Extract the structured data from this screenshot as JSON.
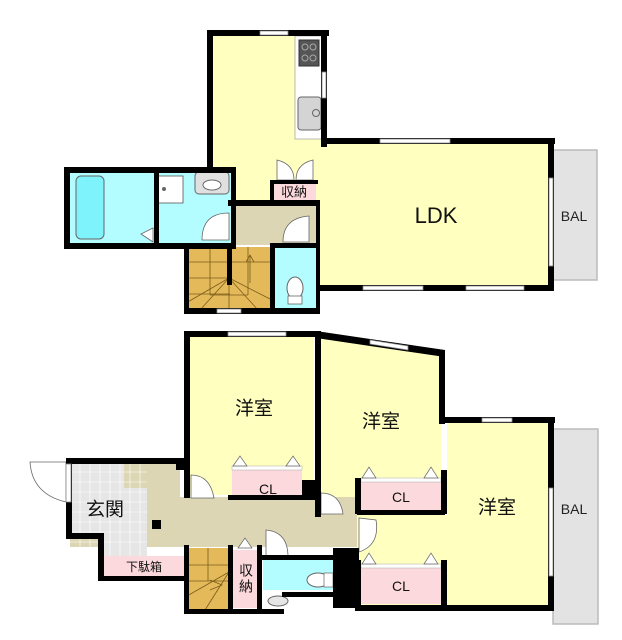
{
  "floor_upper": {
    "ldk": "LDK",
    "balcony": "BAL",
    "storage": "収納"
  },
  "floor_lower": {
    "bedroom_1": "洋室",
    "bedroom_2": "洋室",
    "bedroom_3": "洋室",
    "closet_1": "CL",
    "closet_2": "CL",
    "closet_3": "CL",
    "entrance": "玄関",
    "shoe_cabinet": "下駄箱",
    "storage": "収納",
    "balcony": "BAL"
  },
  "colors": {
    "room": "#ffffbf",
    "wet": "#b3fcff",
    "closet": "#fcd9dc",
    "hall": "#ddd6b4",
    "stairs": "#e3b95a",
    "entrance_tile": "#e6e6e6",
    "balcony": "#e3e3e3",
    "wall": "#000000"
  }
}
